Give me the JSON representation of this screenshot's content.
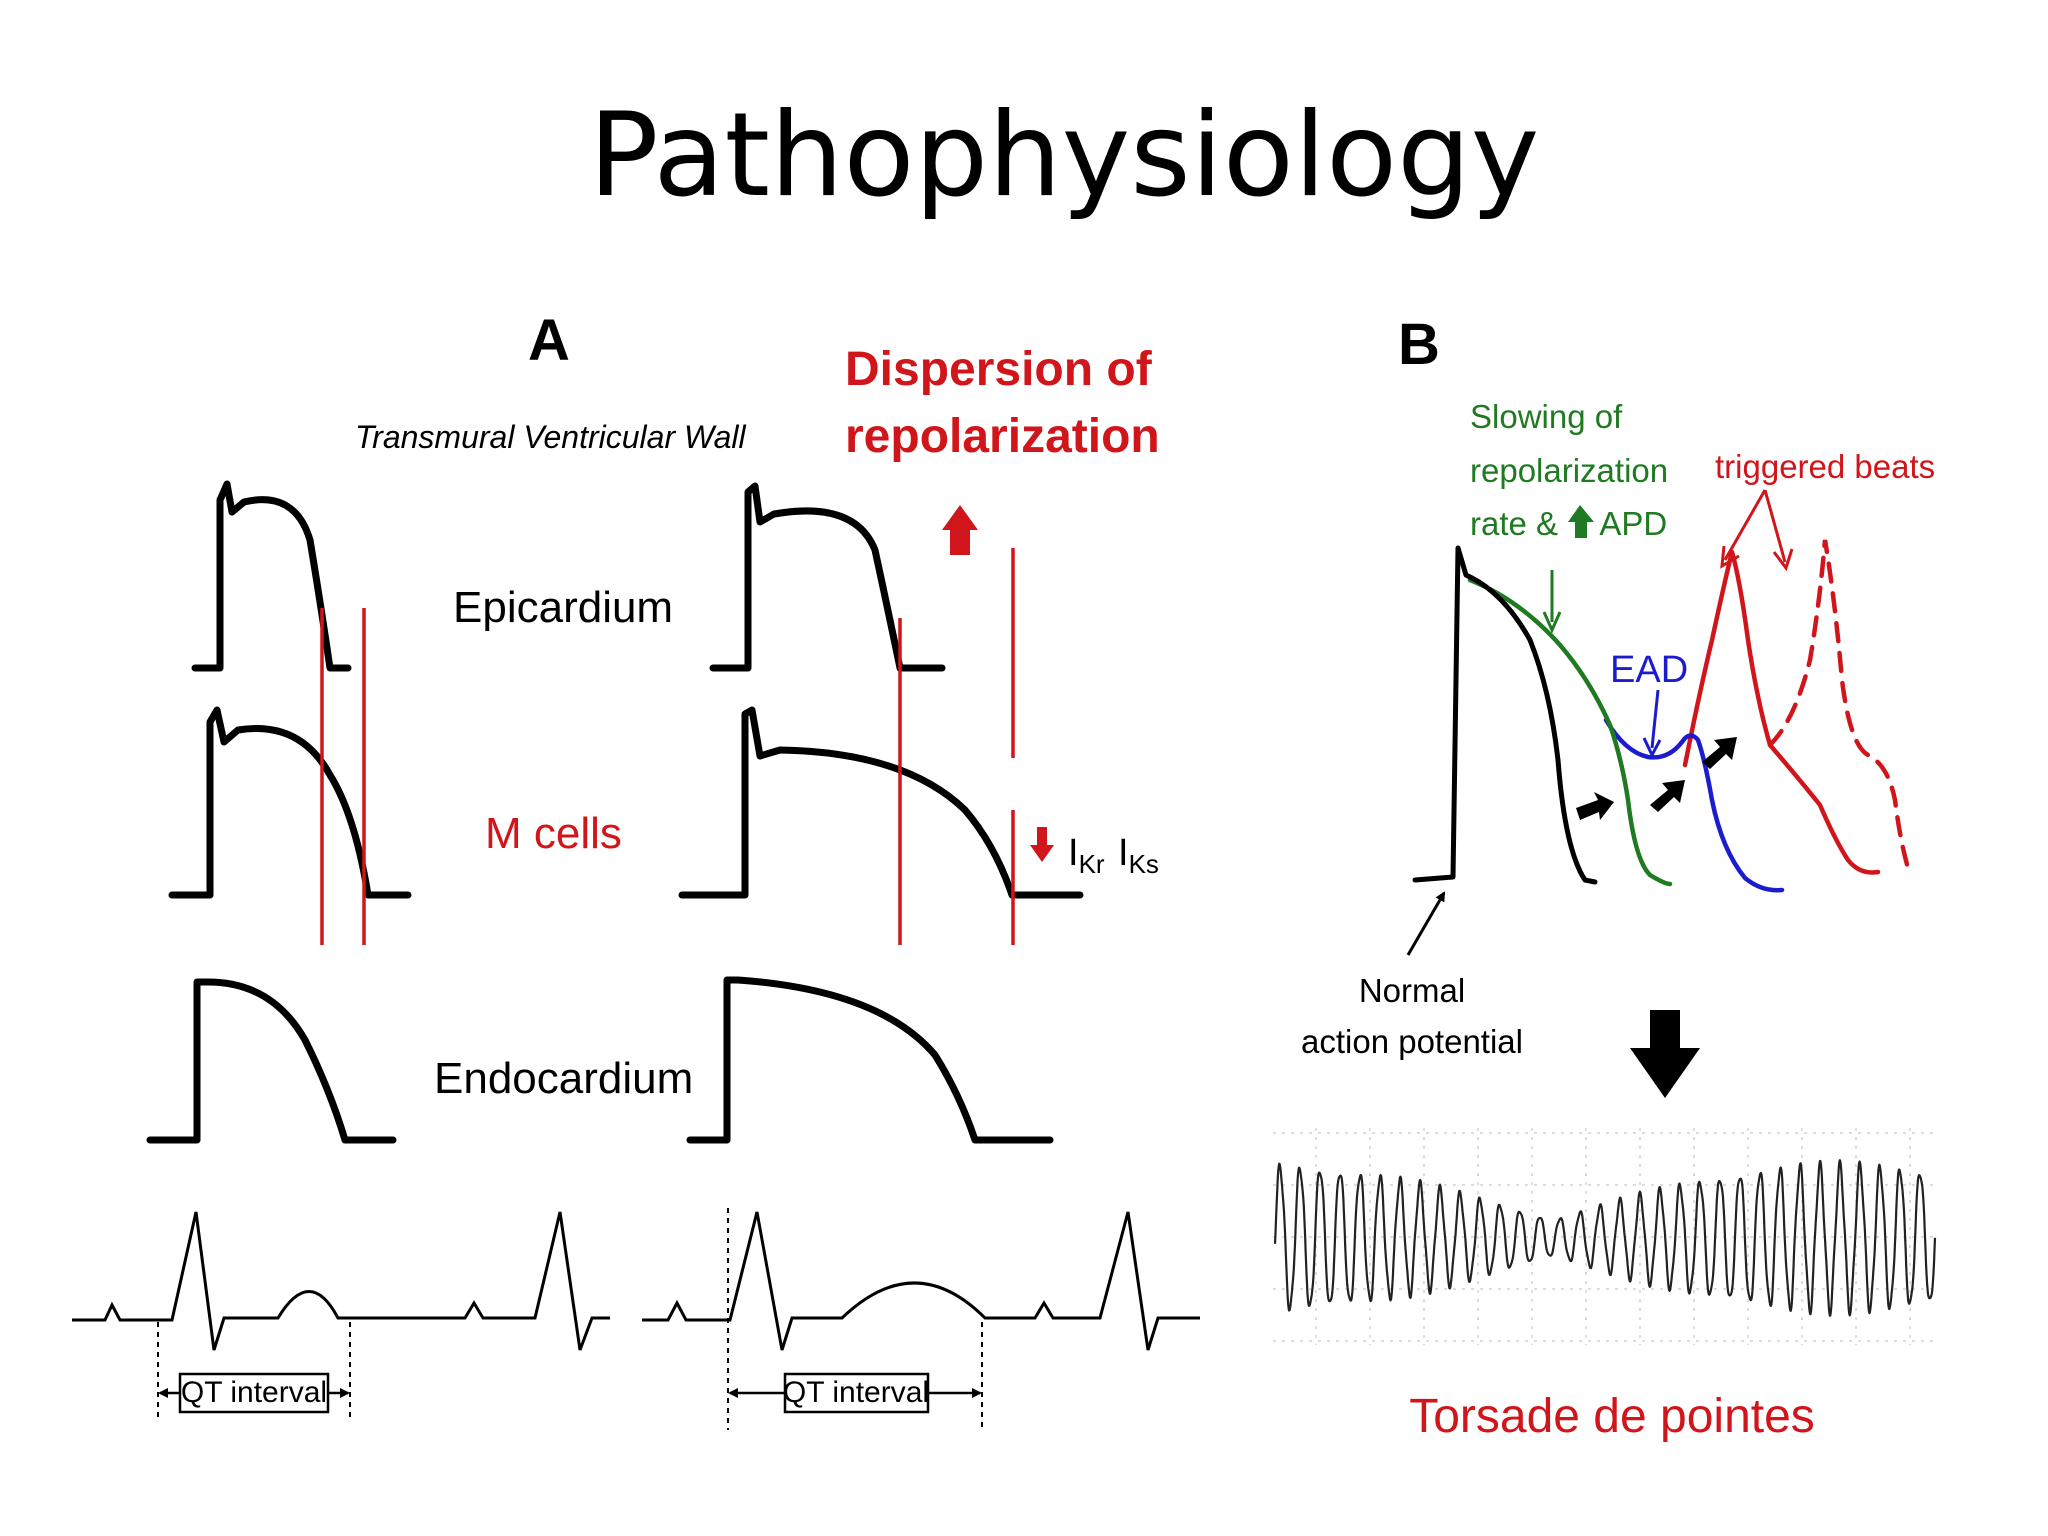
{
  "slide": {
    "title": "Pathophysiology"
  },
  "panel_a": {
    "label": "A",
    "subtitle": "Transmural Ventricular Wall",
    "dispersion_line1": "Dispersion of",
    "dispersion_line2": "repolarization",
    "layers": {
      "epicardium": "Epicardium",
      "m_cells": "M cells",
      "endocardium": "Endocardium"
    },
    "current_kr_main": "I",
    "current_kr_sub": "Kr",
    "current_ks_main": "I",
    "current_ks_sub": "Ks",
    "qt_label_left": "QT interval",
    "qt_label_right": "QT interval"
  },
  "panel_b": {
    "label": "B",
    "slowing_line1": "Slowing of",
    "slowing_line2": "repolarization",
    "slowing_line3_a": "rate & ",
    "slowing_line3_b": " APD",
    "triggered": "triggered beats",
    "ead": "EAD",
    "normal_line1": "Normal",
    "normal_line2": "action potential",
    "torsade": "Torsade de pointes"
  },
  "colors": {
    "red": "#d0151b",
    "green": "#1f7a22",
    "blue": "#1c1ccf",
    "black": "#000000"
  }
}
